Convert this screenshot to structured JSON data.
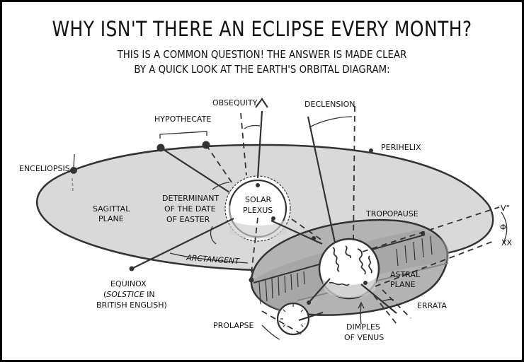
{
  "comic": {
    "title": "WHY ISN'T THERE AN ECLIPSE EVERY MONTH?",
    "subtitle_line1": "THIS IS A COMMON QUESTION! THE ANSWER IS MADE CLEAR",
    "subtitle_line2": "BY A QUICK LOOK AT THE EARTH'S ORBITAL DIAGRAM:"
  },
  "labels": {
    "obsequity": "OBSEQUITY",
    "declension": "DECLENSION",
    "hypothecate": "HYPOTHECATE",
    "perihelix": "PERIHELIX",
    "enceliopsis": "ENCELIOPSIS",
    "sagittal_plane_1": "SAGITTAL",
    "sagittal_plane_2": "PLANE",
    "determinant_1": "DETERMINANT",
    "determinant_2": "OF THE DATE",
    "determinant_3": "OF EASTER",
    "solar_plexus_1": "SOLAR",
    "solar_plexus_2": "PLEXUS",
    "tropopause": "TROPOPAUSE",
    "arctangent": "ARCTANGENT",
    "equinox_1": "EQUINOX",
    "equinox_2a": "(",
    "equinox_2b": "SOLSTICE",
    "equinox_2c": " IN",
    "equinox_3": "BRITISH ENGLISH)",
    "astral_plane_1": "ASTRAL",
    "astral_plane_2": "PLANE",
    "errata": "ERRATA",
    "prolapse": "PROLAPSE",
    "dimples_1": "DIMPLES",
    "dimples_2": "OF VENUS",
    "angle_top": "V°",
    "angle_mid": "Φ",
    "angle_bottom": "XX"
  },
  "colors": {
    "ink": "#333333",
    "orbit_fill": "#d9d9d9",
    "astral_fill": "#b3b3b3",
    "astral_band": "#9c9c9c",
    "body_fill": "#ffffff",
    "shadow": "#c8c8c8"
  }
}
